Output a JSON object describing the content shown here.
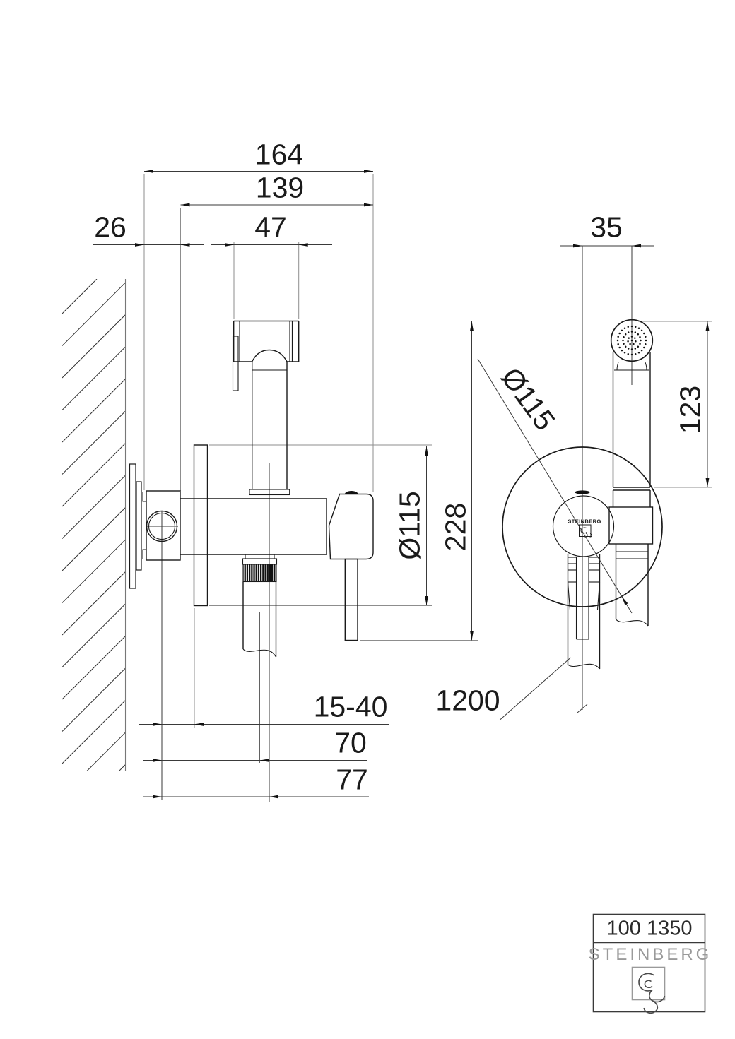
{
  "side_view": {
    "dims": {
      "total_width": "164",
      "body_width": "139",
      "holder_width": "47",
      "wall_clearance": "26",
      "mount_depth_range": "15-40",
      "hose_offset": "70",
      "hose_outer_offset": "77",
      "plate_diameter": "Ø115",
      "total_height": "228"
    }
  },
  "front_view": {
    "dims": {
      "head_offset": "35",
      "plate_diameter": "Ø115",
      "handset_height": "123",
      "hose_length": "1200"
    },
    "escutcheon_brand": "STEINBERG"
  },
  "title_block": {
    "article_number": "100 1350",
    "brand": "STEINBERG"
  },
  "colors": {
    "object_line": "#1a1a1a",
    "extension_line": "#8d8d8d",
    "dimension_line": "#3a3a3a",
    "brand_gray": "#9a9a9a"
  }
}
